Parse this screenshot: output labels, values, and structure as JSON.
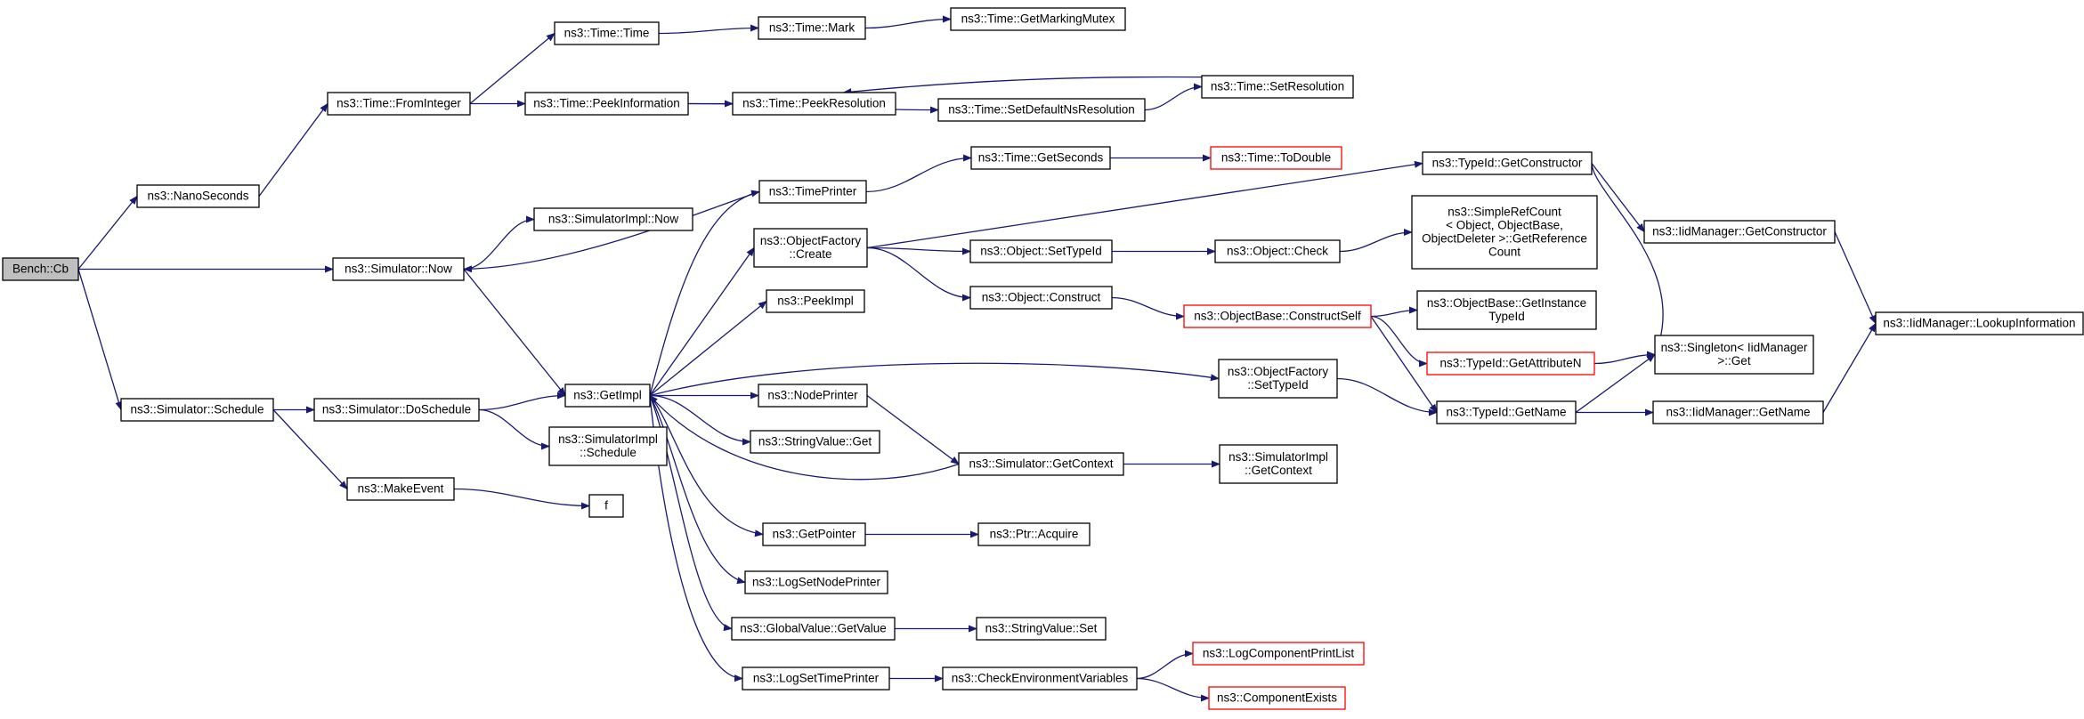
{
  "graph": {
    "root": "Bench::Cb",
    "nodes": [
      {
        "id": "bench_cb",
        "label": [
          "Bench::Cb"
        ],
        "root": true
      },
      {
        "id": "nanoseconds",
        "label": [
          "ns3::NanoSeconds"
        ]
      },
      {
        "id": "time_fromint",
        "label": [
          "ns3::Time::FromInteger"
        ]
      },
      {
        "id": "time_time",
        "label": [
          "ns3::Time::Time"
        ]
      },
      {
        "id": "time_mark",
        "label": [
          "ns3::Time::Mark"
        ]
      },
      {
        "id": "time_getmarkingmutex",
        "label": [
          "ns3::Time::GetMarkingMutex"
        ]
      },
      {
        "id": "time_peekinfo",
        "label": [
          "ns3::Time::PeekInformation"
        ]
      },
      {
        "id": "time_peekres",
        "label": [
          "ns3::Time::PeekResolution"
        ]
      },
      {
        "id": "time_setdefaultns",
        "label": [
          "ns3::Time::SetDefaultNsResolution"
        ]
      },
      {
        "id": "time_setres",
        "label": [
          "ns3::Time::SetResolution"
        ]
      },
      {
        "id": "simulator_now",
        "label": [
          "ns3::Simulator::Now"
        ]
      },
      {
        "id": "simimpl_now",
        "label": [
          "ns3::SimulatorImpl::Now"
        ]
      },
      {
        "id": "timeprinter",
        "label": [
          "ns3::TimePrinter"
        ]
      },
      {
        "id": "time_getseconds",
        "label": [
          "ns3::Time::GetSeconds"
        ]
      },
      {
        "id": "time_todouble",
        "label": [
          "ns3::Time::ToDouble"
        ],
        "red": true
      },
      {
        "id": "typeid_getconstructor",
        "label": [
          "ns3::TypeId::GetConstructor"
        ]
      },
      {
        "id": "iidmgr_getconstructor",
        "label": [
          "ns3::IidManager::GetConstructor"
        ]
      },
      {
        "id": "iidmgr_lookupinfo",
        "label": [
          "ns3::IidManager::LookupInformation"
        ]
      },
      {
        "id": "objfactory_create",
        "label": [
          "ns3::ObjectFactory",
          "::Create"
        ]
      },
      {
        "id": "object_settypeid",
        "label": [
          "ns3::Object::SetTypeId"
        ]
      },
      {
        "id": "object_check",
        "label": [
          "ns3::Object::Check"
        ]
      },
      {
        "id": "simplerefcount",
        "label": [
          "ns3::SimpleRefCount",
          "< Object, ObjectBase,",
          "ObjectDeleter >::GetReference",
          "Count"
        ]
      },
      {
        "id": "object_construct",
        "label": [
          "ns3::Object::Construct"
        ]
      },
      {
        "id": "objectbase_constructself",
        "label": [
          "ns3::ObjectBase::ConstructSelf"
        ],
        "red": true
      },
      {
        "id": "objectbase_getinstancetypeid",
        "label": [
          "ns3::ObjectBase::GetInstance",
          "TypeId"
        ]
      },
      {
        "id": "typeid_getattributen",
        "label": [
          "ns3::TypeId::GetAttributeN"
        ],
        "red": true
      },
      {
        "id": "singleton_get",
        "label": [
          "ns3::Singleton< IidManager",
          ">::Get"
        ]
      },
      {
        "id": "peekimpl",
        "label": [
          "ns3::PeekImpl"
        ]
      },
      {
        "id": "getimpl",
        "label": [
          "ns3::GetImpl"
        ]
      },
      {
        "id": "objfactory_settypeid",
        "label": [
          "ns3::ObjectFactory",
          "::SetTypeId"
        ]
      },
      {
        "id": "typeid_getname",
        "label": [
          "ns3::TypeId::GetName"
        ]
      },
      {
        "id": "iidmgr_getname",
        "label": [
          "ns3::IidManager::GetName"
        ]
      },
      {
        "id": "simulator_schedule",
        "label": [
          "ns3::Simulator::Schedule"
        ]
      },
      {
        "id": "simulator_doschedule",
        "label": [
          "ns3::Simulator::DoSchedule"
        ]
      },
      {
        "id": "simimpl_schedule",
        "label": [
          "ns3::SimulatorImpl",
          "::Schedule"
        ]
      },
      {
        "id": "nodeprinter",
        "label": [
          "ns3::NodePrinter"
        ]
      },
      {
        "id": "stringvalue_get",
        "label": [
          "ns3::StringValue::Get"
        ]
      },
      {
        "id": "simulator_getcontext",
        "label": [
          "ns3::Simulator::GetContext"
        ]
      },
      {
        "id": "simimpl_getcontext",
        "label": [
          "ns3::SimulatorImpl",
          "::GetContext"
        ]
      },
      {
        "id": "makeevent",
        "label": [
          "ns3::MakeEvent"
        ]
      },
      {
        "id": "f",
        "label": [
          "f"
        ]
      },
      {
        "id": "getpointer",
        "label": [
          "ns3::GetPointer"
        ]
      },
      {
        "id": "ptr_acquire",
        "label": [
          "ns3::Ptr::Acquire"
        ]
      },
      {
        "id": "logsetnodeprinter",
        "label": [
          "ns3::LogSetNodePrinter"
        ]
      },
      {
        "id": "globalvalue_getvalue",
        "label": [
          "ns3::GlobalValue::GetValue"
        ]
      },
      {
        "id": "stringvalue_set",
        "label": [
          "ns3::StringValue::Set"
        ]
      },
      {
        "id": "logsettimeprinter",
        "label": [
          "ns3::LogSetTimePrinter"
        ]
      },
      {
        "id": "checkenvvars",
        "label": [
          "ns3::CheckEnvironmentVariables"
        ]
      },
      {
        "id": "logcomponentprintlist",
        "label": [
          "ns3::LogComponentPrintList"
        ],
        "red": true
      },
      {
        "id": "componentexists",
        "label": [
          "ns3::ComponentExists"
        ],
        "red": true
      }
    ],
    "edges": [
      {
        "from": "bench_cb",
        "to": "nanoseconds"
      },
      {
        "from": "bench_cb",
        "to": "simulator_now"
      },
      {
        "from": "bench_cb",
        "to": "simulator_schedule"
      },
      {
        "from": "nanoseconds",
        "to": "time_fromint"
      },
      {
        "from": "time_fromint",
        "to": "time_time"
      },
      {
        "from": "time_fromint",
        "to": "time_peekinfo"
      },
      {
        "from": "time_time",
        "to": "time_mark"
      },
      {
        "from": "time_mark",
        "to": "time_getmarkingmutex"
      },
      {
        "from": "time_peekinfo",
        "to": "time_peekres"
      },
      {
        "from": "time_peekinfo",
        "to": "time_setdefaultns"
      },
      {
        "from": "time_setdefaultns",
        "to": "time_setres"
      },
      {
        "from": "time_setres",
        "to": "time_peekres"
      },
      {
        "from": "simulator_now",
        "to": "simimpl_now"
      },
      {
        "from": "simulator_now",
        "to": "getimpl"
      },
      {
        "from": "timeprinter",
        "to": "simulator_now"
      },
      {
        "from": "timeprinter",
        "to": "time_getseconds"
      },
      {
        "from": "time_getseconds",
        "to": "time_todouble"
      },
      {
        "from": "objfactory_create",
        "to": "typeid_getconstructor"
      },
      {
        "from": "objfactory_create",
        "to": "object_settypeid"
      },
      {
        "from": "objfactory_create",
        "to": "object_construct"
      },
      {
        "from": "typeid_getconstructor",
        "to": "iidmgr_getconstructor"
      },
      {
        "from": "typeid_getconstructor",
        "to": "singleton_get"
      },
      {
        "from": "iidmgr_getconstructor",
        "to": "iidmgr_lookupinfo"
      },
      {
        "from": "object_settypeid",
        "to": "object_check"
      },
      {
        "from": "object_check",
        "to": "simplerefcount"
      },
      {
        "from": "object_construct",
        "to": "objectbase_constructself"
      },
      {
        "from": "objectbase_constructself",
        "to": "objectbase_getinstancetypeid"
      },
      {
        "from": "objectbase_constructself",
        "to": "typeid_getattributen"
      },
      {
        "from": "objectbase_constructself",
        "to": "typeid_getname"
      },
      {
        "from": "typeid_getattributen",
        "to": "singleton_get"
      },
      {
        "from": "getimpl",
        "to": "timeprinter"
      },
      {
        "from": "getimpl",
        "to": "objfactory_create"
      },
      {
        "from": "getimpl",
        "to": "peekimpl"
      },
      {
        "from": "getimpl",
        "to": "objfactory_settypeid"
      },
      {
        "from": "getimpl",
        "to": "nodeprinter"
      },
      {
        "from": "getimpl",
        "to": "stringvalue_get"
      },
      {
        "from": "getimpl",
        "to": "getpointer"
      },
      {
        "from": "getimpl",
        "to": "logsetnodeprinter"
      },
      {
        "from": "getimpl",
        "to": "globalvalue_getvalue"
      },
      {
        "from": "getimpl",
        "to": "logsettimeprinter"
      },
      {
        "from": "simulator_getcontext",
        "to": "getimpl"
      },
      {
        "from": "simulator_getcontext",
        "to": "simimpl_getcontext"
      },
      {
        "from": "objfactory_settypeid",
        "to": "typeid_getname"
      },
      {
        "from": "typeid_getname",
        "to": "singleton_get"
      },
      {
        "from": "typeid_getname",
        "to": "iidmgr_getname"
      },
      {
        "from": "iidmgr_getname",
        "to": "iidmgr_lookupinfo"
      },
      {
        "from": "simulator_schedule",
        "to": "simulator_doschedule"
      },
      {
        "from": "simulator_schedule",
        "to": "makeevent"
      },
      {
        "from": "simulator_doschedule",
        "to": "getimpl"
      },
      {
        "from": "simulator_doschedule",
        "to": "simimpl_schedule"
      },
      {
        "from": "nodeprinter",
        "to": "simulator_getcontext"
      },
      {
        "from": "makeevent",
        "to": "f"
      },
      {
        "from": "getpointer",
        "to": "ptr_acquire"
      },
      {
        "from": "globalvalue_getvalue",
        "to": "stringvalue_set"
      },
      {
        "from": "logsettimeprinter",
        "to": "checkenvvars"
      },
      {
        "from": "checkenvvars",
        "to": "logcomponentprintlist"
      },
      {
        "from": "checkenvvars",
        "to": "componentexists"
      }
    ]
  },
  "colors": {
    "edge": "#191970",
    "node_border": "#000000",
    "root_fill": "#bfbfbf",
    "missing_border": "#ff0000"
  }
}
